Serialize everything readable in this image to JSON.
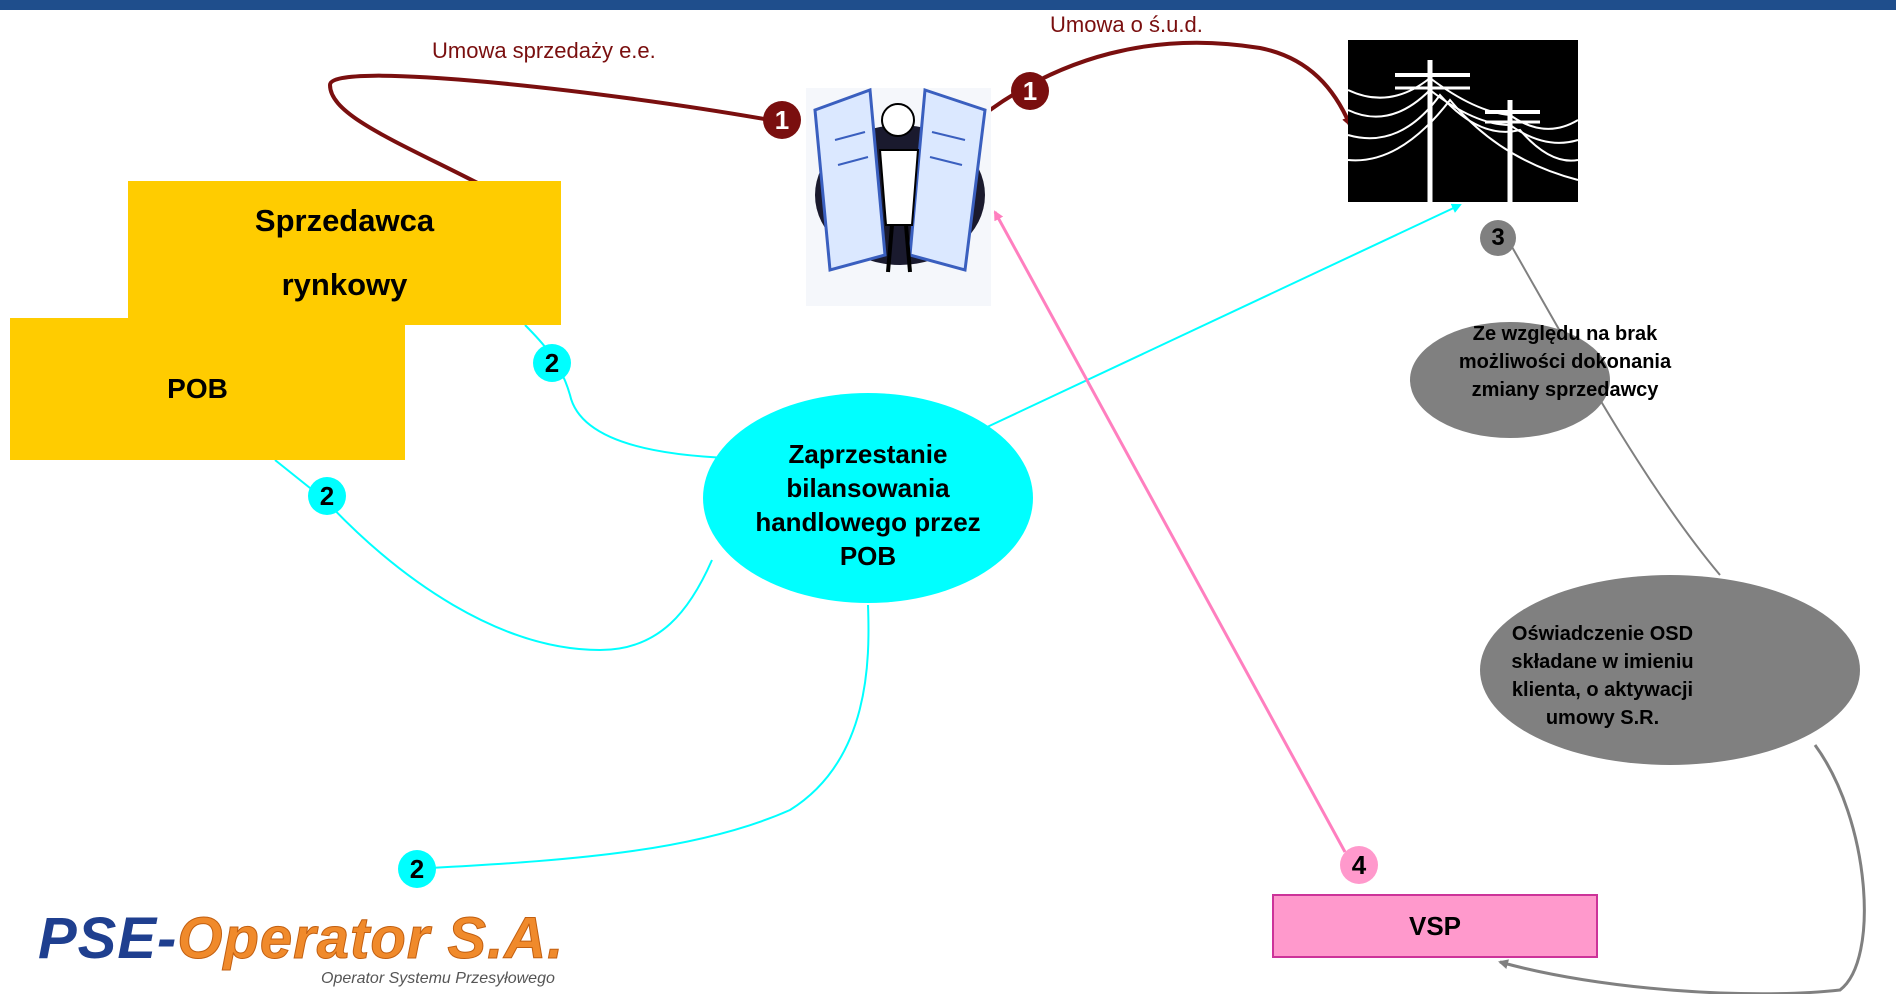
{
  "nodes": {
    "sprzedawca_line1": "Sprzedawca",
    "sprzedawca_line2": "rynkowy",
    "pob": "POB",
    "zaprzestanie": "Zaprzestanie bilansowania handlowego przez POB",
    "ze_wzgledu": "Ze względu na brak możliwości dokonania zmiany sprzedawcy",
    "oswiadczenie": "Oświadczenie OSD składane w imieniu klienta, o aktywacji umowy S.R.",
    "vsp": "VSP"
  },
  "labels": {
    "umowa_sprzedazy": "Umowa sprzedaży e.e.",
    "umowa_sud": "Umowa o ś.u.d."
  },
  "badges": {
    "b1_left": "1",
    "b1_right": "1",
    "b2_upper": "2",
    "b2_left": "2",
    "b2_bottom": "2",
    "b3": "3",
    "b4": "4"
  },
  "icons": {
    "contract_person": "person-holding-contracts-icon",
    "power_lines": "power-lines-icon"
  },
  "logo": {
    "brand_pse": "PSE-",
    "brand_operator": "Operator S.A.",
    "tagline": "Operator Systemu Przesyłowego"
  },
  "colors": {
    "yellow_box": "#ffcc00",
    "cyan": "#00ffff",
    "gray": "#808080",
    "pink_box": "#ff99cc",
    "dark_red": "#7a0f0f",
    "header_bar": "#1f4e8c"
  }
}
